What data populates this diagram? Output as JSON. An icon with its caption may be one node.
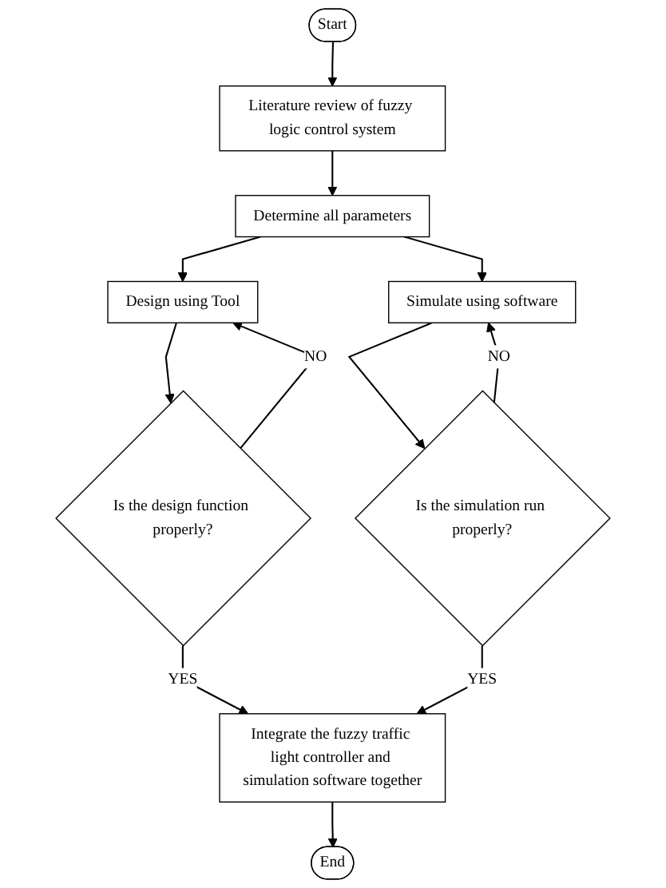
{
  "diagram": {
    "nodes": [
      {
        "text": [
          "Start"
        ]
      },
      {
        "text": [
          "Literature review of fuzzy logic control system"
        ]
      },
      {
        "text": [
          "Determine all parameters"
        ]
      },
      {
        "text": [
          "Design using Tool"
        ]
      },
      {
        "text": [
          "Simulate using software"
        ]
      },
      {
        "text": [
          "Is the design function properly?"
        ]
      },
      {
        "text": [
          "Is the simulation run properly?"
        ]
      },
      {
        "text": [
          "Integrate the fuzzy traffic light controller and simulation software together"
        ]
      },
      {
        "text": [
          "End"
        ]
      }
    ],
    "edges": [
      {
        "from": 0,
        "to": 1,
        "arrow": "to"
      },
      {
        "from": 1,
        "to": 2,
        "arrow": "to"
      },
      {
        "from": 2,
        "to": 3,
        "arrow": "to"
      },
      {
        "from": 2,
        "to": 4,
        "arrow": "to"
      },
      {
        "from": 3,
        "to": 5,
        "arrow": "to"
      },
      {
        "from": 5,
        "to": 3,
        "arrow": "to",
        "label": "NO"
      },
      {
        "from": 4,
        "to": 6,
        "arrow": "to"
      },
      {
        "from": 6,
        "to": 4,
        "arrow": "to",
        "label": "NO"
      },
      {
        "from": 5,
        "to": 7,
        "arrow": "to",
        "label": "YES"
      },
      {
        "from": 6,
        "to": 7,
        "arrow": "to",
        "label": "YES"
      },
      {
        "from": 7,
        "to": 8,
        "arrow": "to"
      }
    ]
  }
}
